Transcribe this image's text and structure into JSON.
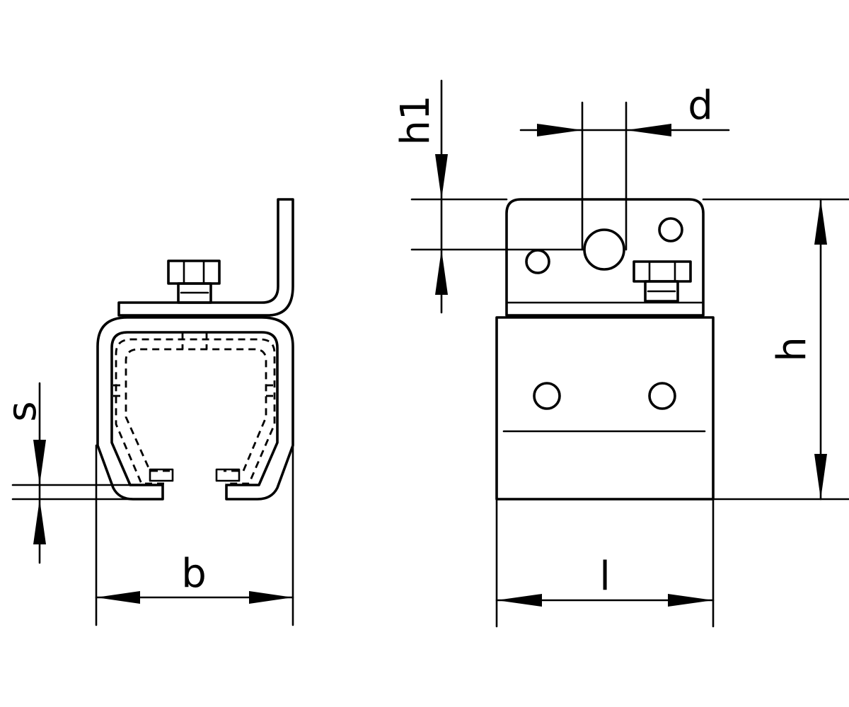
{
  "dimensions": {
    "b": "b",
    "s": "s",
    "l": "l",
    "h": "h",
    "h1": "h1",
    "d": "d"
  },
  "colors": {
    "line": "#000000",
    "background": "#ffffff"
  }
}
